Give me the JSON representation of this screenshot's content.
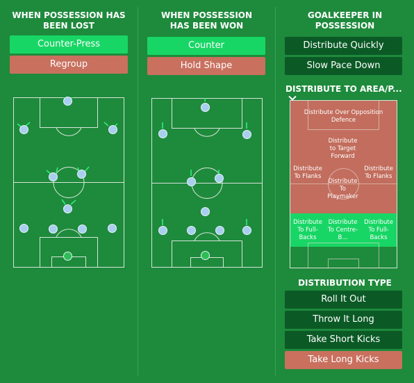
{
  "lost": {
    "title": "WHEN POSSESSION HAS BEEN LOST",
    "options": [
      "Counter-Press",
      "Regroup"
    ]
  },
  "won": {
    "title": "WHEN POSSESSION HAS BEEN WON",
    "options": [
      "Counter",
      "Hold Shape"
    ]
  },
  "gk": {
    "title": "GOALKEEPER IN POSSESSION",
    "options": [
      "Distribute Quickly",
      "Slow Pace Down"
    ],
    "area_title": "DISTRIBUTE TO AREA/P...",
    "zones": {
      "opp_def": "Distribute Over Opposition Defence",
      "flanks_l": "Distribute To Flanks",
      "target": "Distribute to Target Forward",
      "playmaker": "Distribute To Playmaker",
      "flanks_r": "Distribute To Flanks",
      "fb_l": "Distribute To Full-Backs",
      "cb": "Distribute To Centre-B...",
      "fb_r": "Distribute To Full-Backs"
    },
    "dist_type_title": "DISTRIBUTION TYPE",
    "dist_types": [
      "Roll It Out",
      "Throw It Long",
      "Take Short Kicks",
      "Take Long Kicks"
    ]
  },
  "colors": {
    "background": "#1e8a3c",
    "selected_green": "#18d665",
    "selected_red": "#c9705f",
    "unselected": "#0b5a26",
    "player": "#a9cfee",
    "arrow": "#2ef07a"
  }
}
